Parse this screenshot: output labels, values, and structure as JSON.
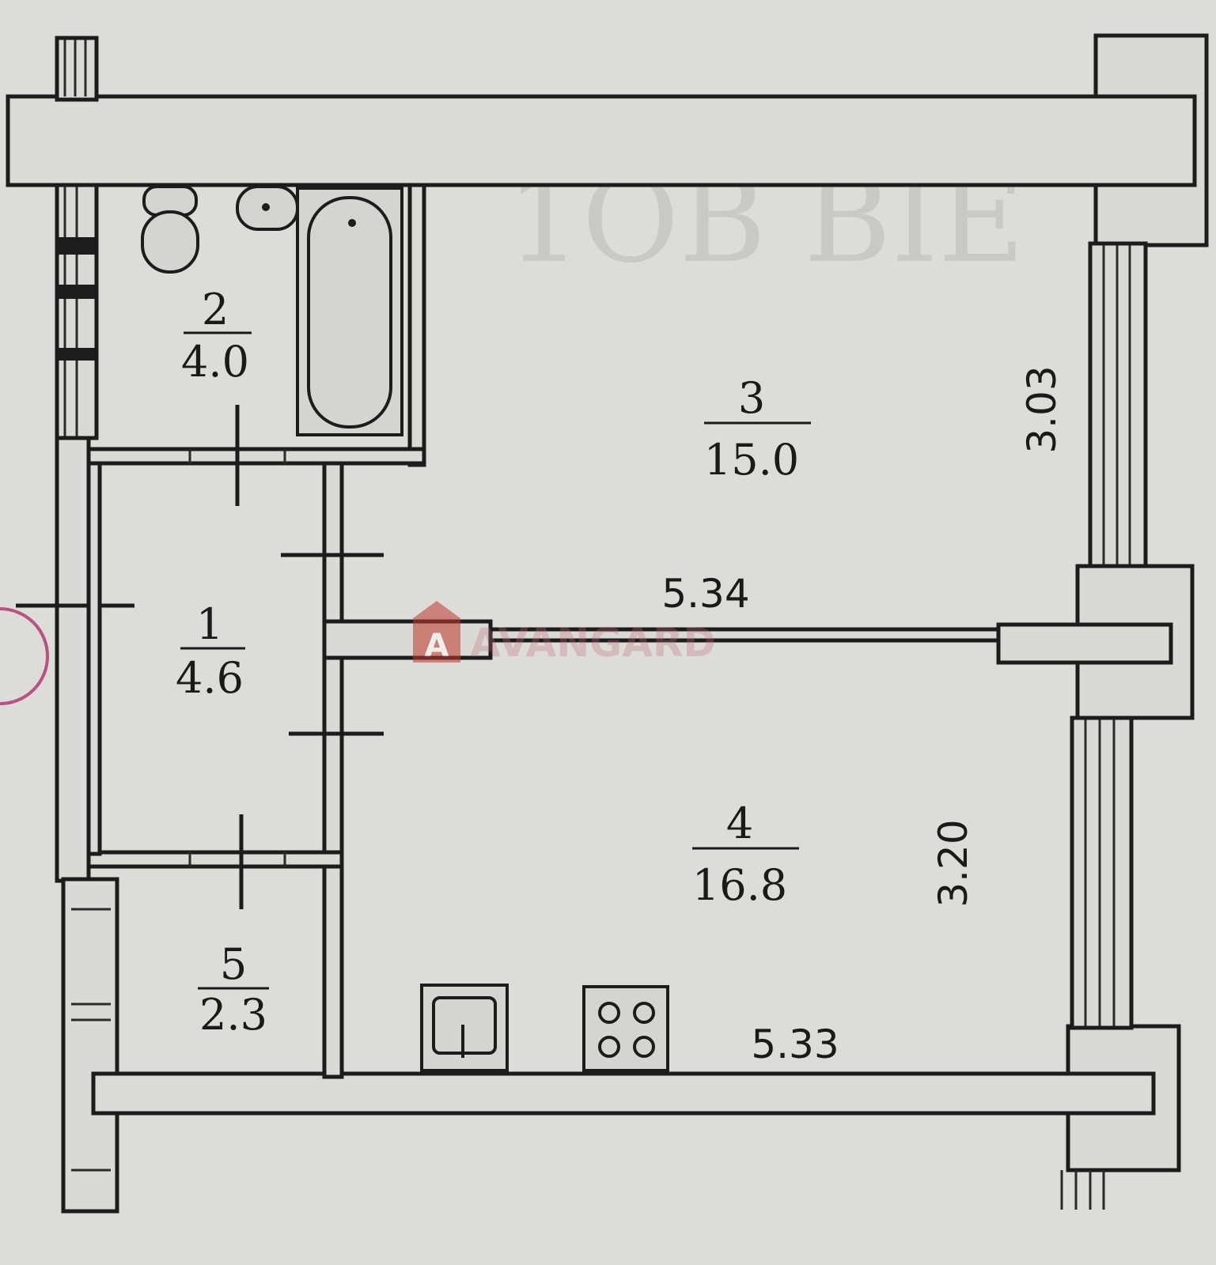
{
  "rooms": [
    {
      "number": "1",
      "area": "4.6"
    },
    {
      "number": "2",
      "area": "4.0"
    },
    {
      "number": "3",
      "area": "15.0"
    },
    {
      "number": "4",
      "area": "16.8"
    },
    {
      "number": "5",
      "area": "2.3"
    }
  ],
  "dimensions": {
    "room3_width": "5.34",
    "room3_depth": "3.03",
    "room4_width": "5.33",
    "room4_depth": "3.20"
  },
  "watermark": {
    "text": "AVANGARD",
    "logo_letter": "A",
    "color": "#c0392b"
  },
  "colors": {
    "paper": "#dcdcd8",
    "ink": "#1c1c1c",
    "stamp": "#b0306a"
  },
  "fixtures": [
    "toilet-icon",
    "washbasin-icon",
    "bathtub-icon",
    "kitchen-sink-icon",
    "stove-icon"
  ]
}
